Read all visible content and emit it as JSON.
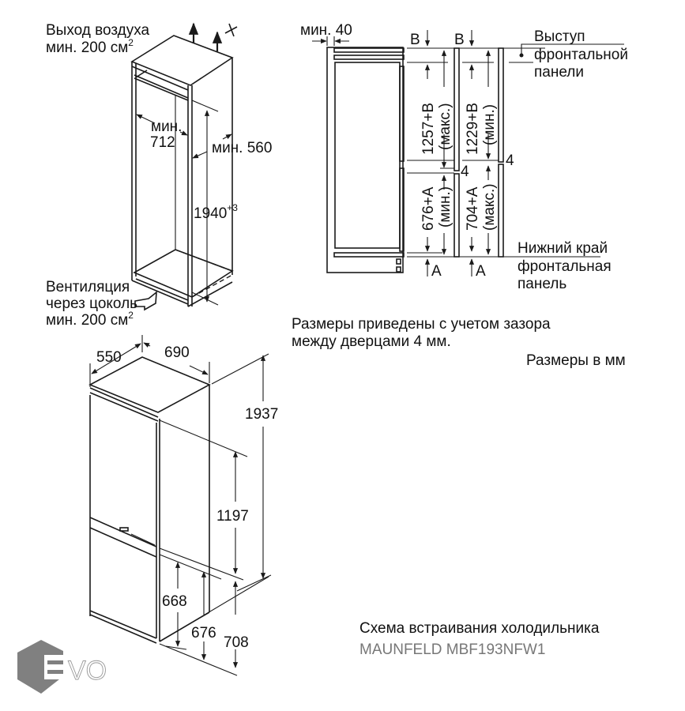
{
  "cabinet_diagram": {
    "air_outlet_line1": "Выход воздуха",
    "air_outlet_line2": "мин. 200 см",
    "air_outlet_sup": "2",
    "width_min_label": "мин.",
    "width_min_value": "712",
    "depth_min": "мин. 560",
    "height_value": "1940",
    "height_sup": "+3",
    "ventilation_line1": "Вентиляция",
    "ventilation_line2": "через цоколь",
    "ventilation_line3": "мин. 200 см",
    "ventilation_sup": "2"
  },
  "side_diagram": {
    "min_gap": "мин. 40",
    "b_label_1": "B",
    "b_label_2": "B",
    "upper_max_value": "1257+B",
    "upper_max_note": "(макс.)",
    "upper_min_value": "1229+B",
    "upper_min_note": "(мин.)",
    "gap_4_a": "4",
    "gap_4_b": "4",
    "lower_min_value": "676+A",
    "lower_min_note": "(мин.)",
    "lower_max_value": "704+A",
    "lower_max_note": "(макс.)",
    "a_label_1": "A",
    "a_label_2": "A",
    "front_panel_protrusion": [
      "Выступ",
      "фронтальной",
      "панели"
    ],
    "front_panel_bottom": [
      "Нижний край",
      "фронтальная",
      "панель"
    ]
  },
  "notes": {
    "gap_note_line1": "Размеры приведены с учетом зазора",
    "gap_note_line2": "между дверцами 4 мм.",
    "units": "Размеры в мм"
  },
  "fridge_diagram": {
    "depth": "550",
    "width": "690",
    "total_height": "1937",
    "upper_height": "1197",
    "dim_668": "668",
    "dim_676": "676",
    "dim_708": "708"
  },
  "caption": {
    "title": "Схема встраивания холодильника",
    "model": "MAUNFELD MBF193NFW1"
  },
  "watermark": {
    "brand": "EVO",
    "hex_color": "#808080"
  }
}
